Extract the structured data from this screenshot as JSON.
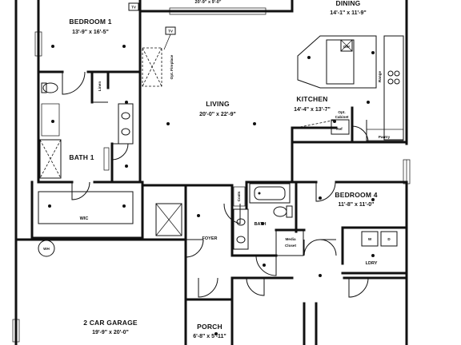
{
  "rooms": {
    "bedroom1": {
      "name": "BEDROOM 1",
      "dim": "13'-9\" x 16'-5\""
    },
    "dining": {
      "name": "DINING",
      "dim": "14'-1\" x 11'-9\""
    },
    "living": {
      "name": "LIVING",
      "dim": "20'-0\" x 22'-9\""
    },
    "kitchen": {
      "name": "KITCHEN",
      "dim": "14'-4\" x 13'-7\""
    },
    "bath1": {
      "name": "BATH 1"
    },
    "bedroom4": {
      "name": "BEDROOM 4",
      "dim": "11'-8\" x 11'-0\""
    },
    "wic": {
      "name": "WIC"
    },
    "bath": {
      "name": "BATH"
    },
    "foyer": {
      "name": "FOYER"
    },
    "media_closet": {
      "name_line1": "Media",
      "name_line2": "Closet"
    },
    "laundry": {
      "name": "LDRY"
    },
    "garage": {
      "name": "2 CAR GARAGE",
      "dim": "19'-9\" x 20'-0\""
    },
    "porch": {
      "name": "PORCH",
      "dim": "6'-8\" x 5'-11\""
    }
  },
  "labels": {
    "tv": "TV",
    "linen": "Linen",
    "fireplace": "Opt. Fireplace",
    "dw": "DW",
    "range": "Range",
    "opt_cabinet_line1": "Opt.",
    "opt_cabinet_line2": "Cabinet",
    "ref": "Ref",
    "pantry": "Pantry",
    "coats": "Coats",
    "wh": "WH",
    "washer": "W",
    "dryer": "D"
  },
  "dim_fragments": {
    "top_left": "20'-9\" x 9'-0\""
  }
}
